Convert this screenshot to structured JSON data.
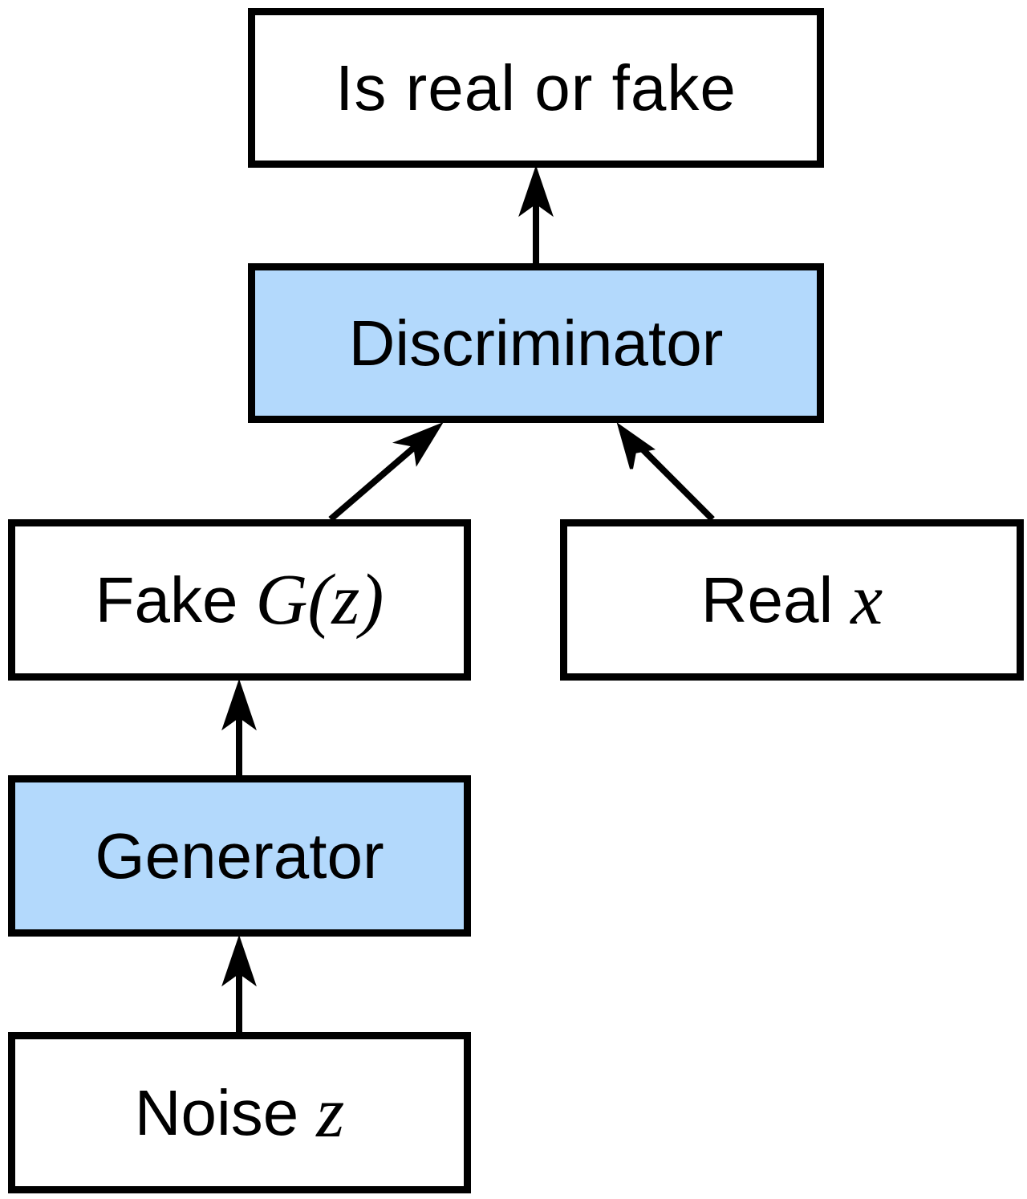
{
  "nodes": {
    "result": {
      "label": "Is real or fake"
    },
    "discriminator": {
      "label": "Discriminator"
    },
    "fake": {
      "label": "Fake",
      "math": "G(z)"
    },
    "real": {
      "label": "Real",
      "math": "x"
    },
    "generator": {
      "label": "Generator"
    },
    "noise": {
      "label": "Noise",
      "math": "z"
    }
  },
  "edges": [
    {
      "from": "noise",
      "to": "generator"
    },
    {
      "from": "generator",
      "to": "fake"
    },
    {
      "from": "fake",
      "to": "discriminator"
    },
    {
      "from": "real",
      "to": "discriminator"
    },
    {
      "from": "discriminator",
      "to": "result"
    }
  ],
  "colors": {
    "model_fill": "#b3d9fc",
    "data_fill": "#ffffff",
    "stroke": "#000000"
  }
}
